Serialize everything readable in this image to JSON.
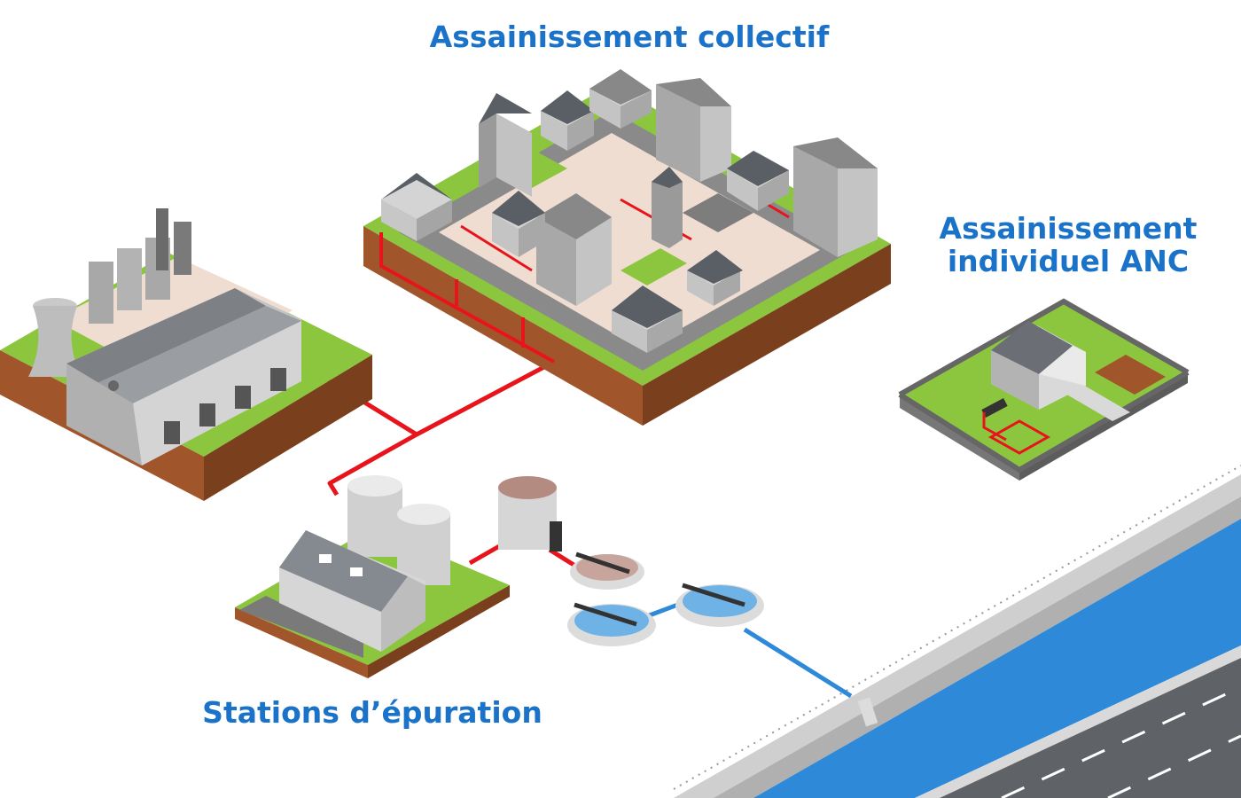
{
  "labels": {
    "collectif": "Assainissement collectif",
    "anc_line1": "Assainissement",
    "anc_line2": "individuel ANC",
    "stations": "Stations d’épuration"
  },
  "colors": {
    "label_blue": "#1a73c8",
    "pipe_red": "#e8141c",
    "water_blue": "#2e8ad8",
    "grass": "#8cc63f",
    "soil": "#a0562a",
    "plaza": "#f0ddd2",
    "building_grey": "#b8b8b8",
    "roof_dark": "#555a60"
  }
}
